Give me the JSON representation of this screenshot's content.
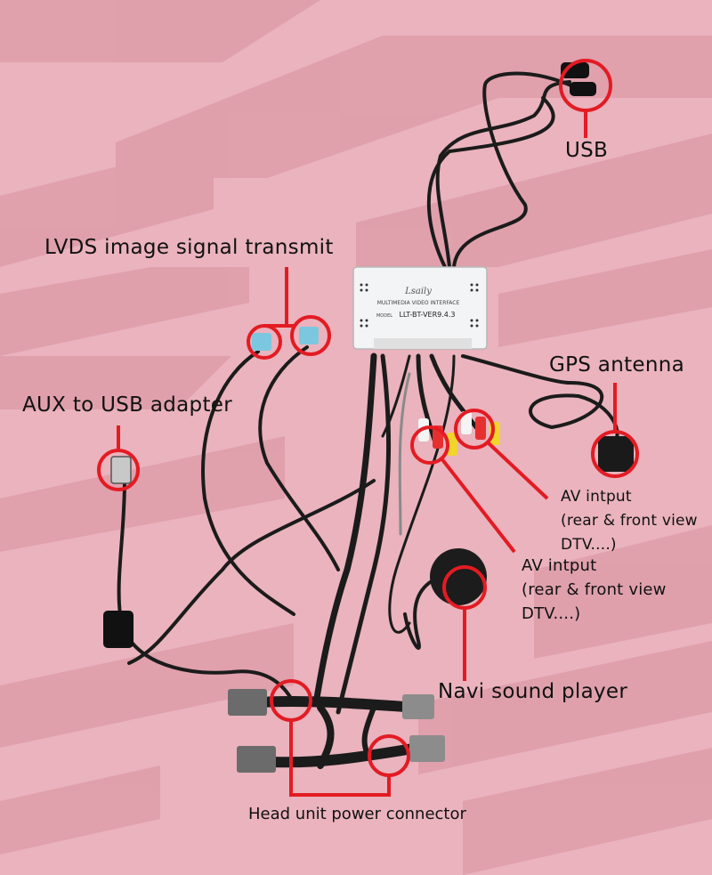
{
  "labels": {
    "usb": "USB",
    "lvds": "LVDS image signal transmit",
    "aux_usb": "AUX to USB adapter",
    "gps": "GPS antenna",
    "av1": [
      "AV intput",
      "(rear & front view",
      "DTV....)"
    ],
    "av2": [
      "AV intput",
      "(rear & front view",
      "DTV....)"
    ],
    "navi": "Navi sound player",
    "power": "Head unit power connector"
  },
  "module": {
    "brand": "Lsaily",
    "subtitle": "MULTIMEDIA VIDEO INTERFACE",
    "model_prefix": "MODEL",
    "model": "LLT-BT-VER9.4.3"
  },
  "colors": {
    "background": "#eab3bd",
    "stripe": "#dc9aa7",
    "highlight": "#e31b23",
    "cable": "#1b1b1b",
    "module_body": "#f3f4f6"
  }
}
